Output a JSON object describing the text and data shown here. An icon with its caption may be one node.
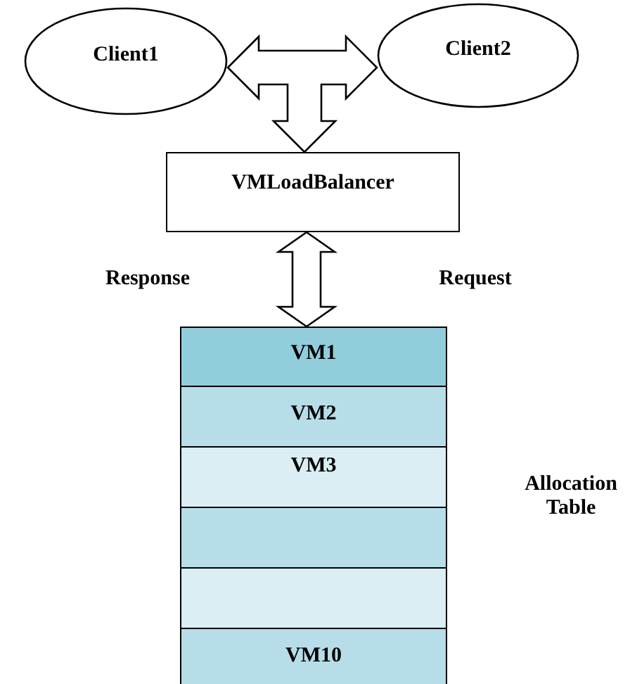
{
  "diagram": {
    "nodes": [
      {
        "text": [
          "Client1"
        ]
      },
      {
        "text": [
          "Client2"
        ]
      },
      {
        "text": [
          "VMLoadBalancer"
        ]
      },
      {
        "text": [
          "VM1"
        ]
      },
      {
        "text": [
          "VM2"
        ]
      },
      {
        "text": [
          "VM3"
        ]
      },
      {
        "text": [],
        "shape": "box"
      },
      {
        "text": [],
        "shape": "box"
      },
      {
        "text": [
          "VM10"
        ]
      }
    ],
    "edges": [
      {
        "from": 0,
        "to": 2,
        "arrow": "both"
      },
      {
        "from": 1,
        "to": 2,
        "arrow": "both"
      },
      {
        "from": 2,
        "to": 3,
        "arrow": "both"
      }
    ],
    "labels": [
      "Response",
      "Request",
      "Allocation Table"
    ]
  }
}
